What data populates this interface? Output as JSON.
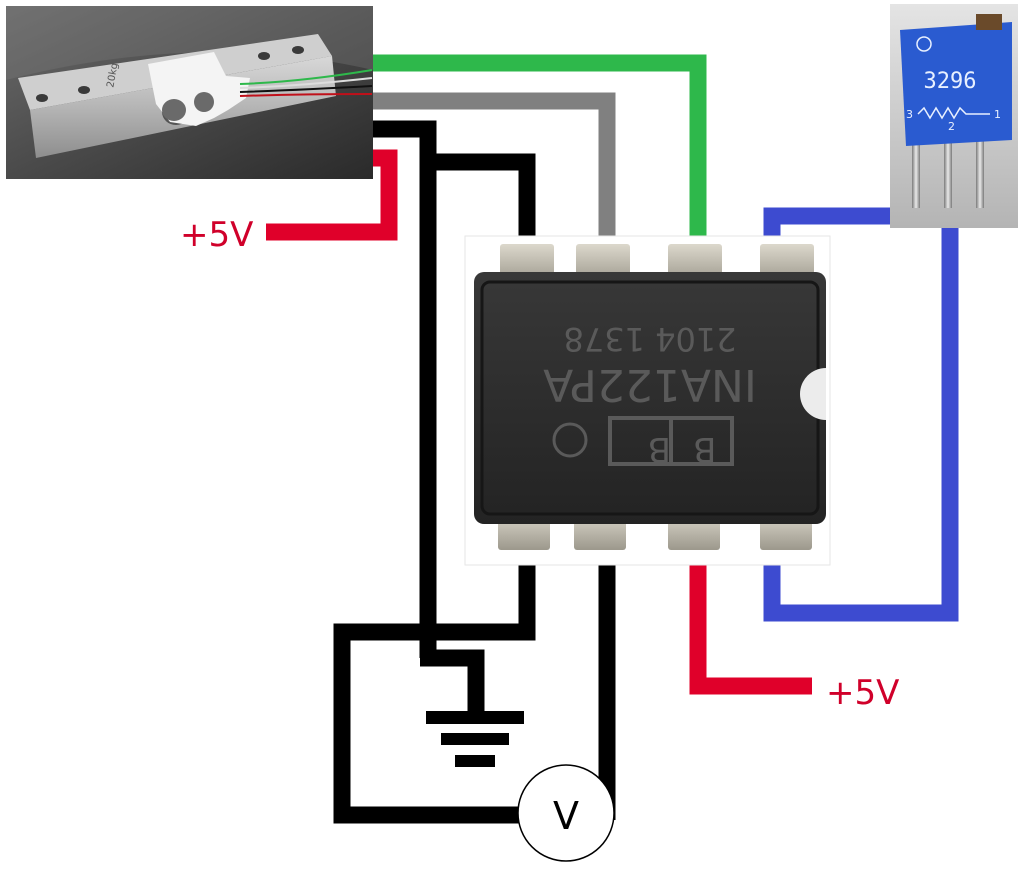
{
  "labels": {
    "supply_top": "+5V",
    "supply_bottom": "+5V",
    "voltmeter": "V"
  },
  "chip": {
    "line1": "2104 1378",
    "line2": "INA122PA",
    "logo": "BB"
  },
  "load_cell": {
    "marking": "20kg"
  },
  "trimmer": {
    "model": "3296",
    "pin_left": "3",
    "pin_middle": "2",
    "pin_right": "1"
  },
  "colors": {
    "red": "#e0002a",
    "green": "#2eb84b",
    "gray": "#808080",
    "black": "#000000",
    "blue": "#3d4bd0",
    "label_red": "#d0002a",
    "trimmer_blue": "#2a5bd0",
    "chip_body": "#2b2b2b",
    "pin_silver": "#c8c4b8"
  }
}
